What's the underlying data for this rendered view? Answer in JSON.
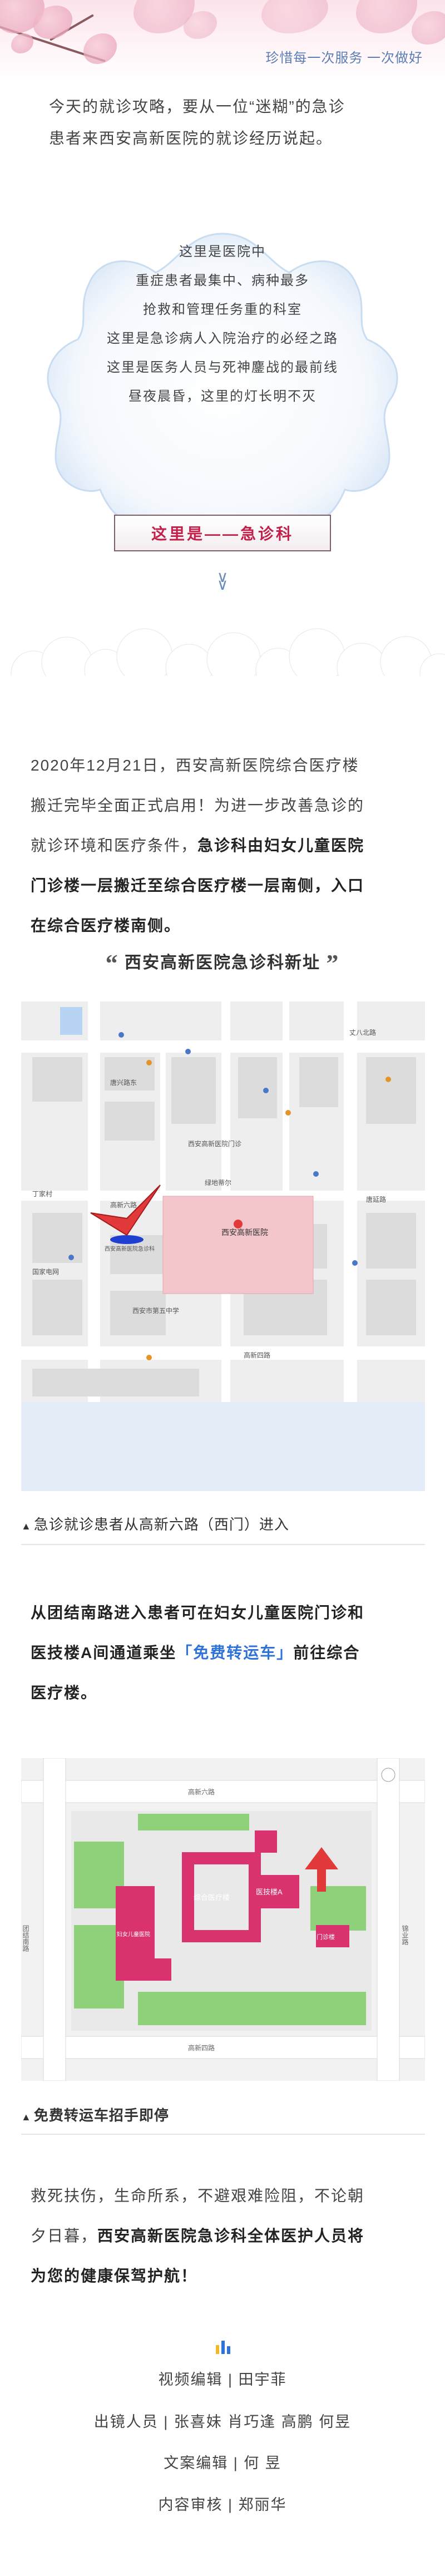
{
  "header": {
    "slogan": "珍惜每一次服务  一次做好"
  },
  "intro": {
    "p1": "今天的就诊攻略，要从一位“迷糊”的急诊",
    "p2": "患者来西安高新医院的就诊经历说起。"
  },
  "card": {
    "lines": [
      "这里是医院中",
      "重症患者最集中、病种最多",
      "抢救和管理任务重的科室",
      "这里是急诊病人入院治疗的必经之路",
      "这里是医务人员与死神鏖战的最前线",
      "昼夜晨昏，这里的灯长明不灭"
    ],
    "button": "这里是——急诊科"
  },
  "announcement": {
    "l1": "2020年12月21日，西安高新医院综合医疗楼",
    "l2": "搬迁完毕全面正式启用！为进一步改善急诊的",
    "l3a": "就诊环境和医疗条件，",
    "l3b": "急诊科由妇女儿童医院",
    "l4": "门诊楼一层搬迁至综合医疗楼一层南侧，入口",
    "l5": "在综合医疗楼南侧。"
  },
  "section1": {
    "title": "西安高新医院急诊科新址",
    "open_quote": "“",
    "close_quote": "”"
  },
  "map1": {
    "labels": [
      "西安高新医院",
      "绿地蒂尔",
      "唐兴路东",
      "丈八北路",
      "高新六路",
      "丁家村",
      "国家电网",
      "西安高新医院急诊科",
      "高新四路",
      "西安市第五中学",
      "唐延路",
      "西安高新医院门诊"
    ]
  },
  "caption1": "急诊就诊患者从高新六路（西门）进入",
  "transfer": {
    "l1": "从团结南路进入患者可在妇女儿童医院门诊和",
    "l2a": "医技楼A间通道乘坐",
    "l2b": "「免费转运车」",
    "l2c": "前往综合",
    "l3": "医疗楼。"
  },
  "map2": {
    "labels": [
      "综合医疗楼",
      "妇女儿童医院",
      "医技楼A",
      "门诊楼",
      "高新六路",
      "团结南路",
      "高新四路",
      "锦业路"
    ]
  },
  "caption2": "免费转运车招手即停",
  "closing": {
    "l1": "救死扶伤，生命所系，不避艰难险阻，不论朝",
    "l2a": "夕日暮，",
    "l2b": "西安高新医院急诊科全体医护人员将",
    "l3": "为您的健康保驾护航！"
  },
  "credits": {
    "video": "视频编辑 | 田宇菲",
    "cast": "出镜人员 | 张喜妹 肖巧逢 高鹏 何昱",
    "text": "文案编辑 | 何 昱",
    "review": "内容审核 | 郑丽华"
  },
  "colors": {
    "accent_pink": "#c21f4a",
    "accent_blue": "#2f72d8",
    "map_red": "#e23a3a",
    "map_bldg": "#d9326f",
    "map_green": "#8fd17a"
  }
}
